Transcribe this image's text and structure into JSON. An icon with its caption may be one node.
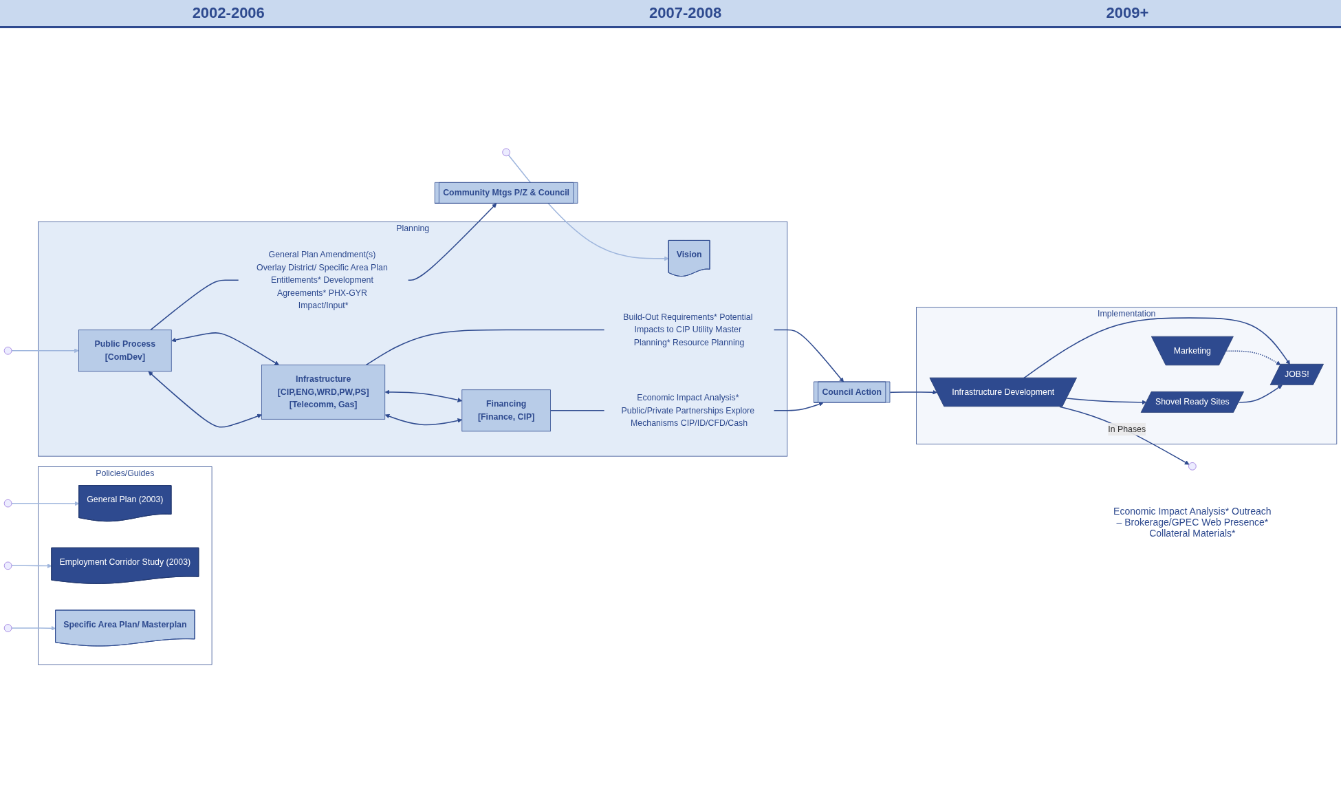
{
  "diagram": {
    "nodes": [
      {
        "text": [
          "Policies/Guides"
        ]
      },
      {
        "text": [
          "General Plan (2003)"
        ],
        "in": 0
      },
      {
        "text": [
          "Employment Corridor Study (2003)"
        ],
        "in": 0
      },
      {
        "text": [
          "Specific Area Plan/ Masterplan"
        ],
        "in": 0
      },
      {
        "text": [
          "Planning"
        ]
      },
      {
        "text": [
          "Vision"
        ],
        "in": 4
      },
      {
        "text": [
          "Public Process",
          "[ComDev]"
        ],
        "in": 4
      },
      {
        "text": [
          "Infrastructure",
          "[CIP,ENG,WRD,PW,PS]",
          "[Telecomm, Gas]"
        ],
        "in": 4
      },
      {
        "text": [
          "Financing",
          "[Finance, CIP]"
        ],
        "in": 4
      },
      {
        "text": [
          "General Plan Amendment(s) Overlay District/ Specific Area Plan Entitlements* Development Agreements* PHX-GYR Impact/Input*"
        ],
        "in": 4
      },
      {
        "text": [
          "Build-Out Requirements* Potential Impacts to CIP Utility Master Planning* Resource Planning"
        ],
        "in": 4
      },
      {
        "text": [
          "Economic Impact Analysis* Public/Private Partnerships Explore Mechanisms CIP/ID/CFD/Cash"
        ],
        "in": 4
      },
      {
        "text": [
          "Community Mtgs P/Z & Council"
        ]
      },
      {
        "text": [
          "Council Action"
        ]
      },
      {
        "text": [
          "Implementation"
        ]
      },
      {
        "text": [
          "Marketing"
        ],
        "in": 14
      },
      {
        "text": [
          "Infrastructure Development"
        ],
        "in": 14
      },
      {
        "text": [
          "Shovel Ready Sites"
        ],
        "in": 14
      },
      {
        "text": [
          "JOBS!"
        ],
        "in": 14
      }
    ],
    "edges": [
      {
        "from": null,
        "to": 1,
        "arrow": "to",
        "color": "#9fb6dd"
      },
      {
        "from": null,
        "to": 2,
        "arrow": "to",
        "color": "#9fb6dd"
      },
      {
        "from": null,
        "to": 3,
        "arrow": "to",
        "color": "#9fb6dd"
      },
      {
        "from": null,
        "to": 5,
        "arrow": "to",
        "color": "#9fb6dd"
      },
      {
        "from": null,
        "to": 6,
        "arrow": "to",
        "color": "#9fb6dd"
      },
      {
        "from": 6,
        "to": 7,
        "arrow": "both"
      },
      {
        "from": 6,
        "to": 7,
        "arrow": "both"
      },
      {
        "from": 7,
        "to": 8,
        "arrow": "both"
      },
      {
        "from": 7,
        "to": 8,
        "arrow": "both"
      },
      {
        "from": 6,
        "to": 9,
        "arrow": "none"
      },
      {
        "from": 7,
        "to": 10,
        "arrow": "none"
      },
      {
        "from": 8,
        "to": 11,
        "arrow": "none"
      },
      {
        "from": 9,
        "to": 12,
        "arrow": "to"
      },
      {
        "from": 10,
        "to": 13,
        "arrow": "to"
      },
      {
        "from": 11,
        "to": 13,
        "arrow": "to"
      },
      {
        "from": 13,
        "to": 16,
        "arrow": "to"
      },
      {
        "from": 16,
        "to": null,
        "arrow": "to",
        "label": "In Phases"
      },
      {
        "from": 16,
        "to": 17,
        "arrow": "to"
      },
      {
        "from": 16,
        "to": 18,
        "arrow": "to"
      },
      {
        "from": 15,
        "to": 18,
        "arrow": "to",
        "style": "dashed"
      },
      {
        "from": 17,
        "to": 18,
        "arrow": "to"
      }
    ],
    "labels": [
      "2002-2006",
      "2007-2008",
      "2009+",
      "Economic Impact Analysis* Outreach – Brokerage/GPEC Web Presence* Collateral Materials*"
    ]
  }
}
